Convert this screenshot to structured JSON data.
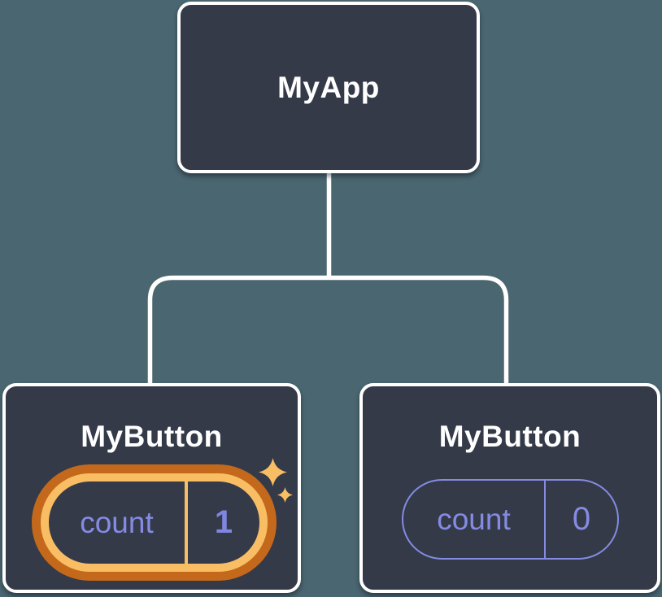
{
  "diagram": {
    "type": "component-tree",
    "root": {
      "label": "MyApp"
    },
    "children": [
      {
        "label": "MyButton",
        "state": {
          "key": "count",
          "value": "1"
        },
        "highlighted": true
      },
      {
        "label": "MyButton",
        "state": {
          "key": "count",
          "value": "0"
        },
        "highlighted": false
      }
    ]
  },
  "colors": {
    "background": "#4a6670",
    "node_fill": "#343a48",
    "node_border": "#ffffff",
    "connector": "#ffffff",
    "label_text": "#ffffff",
    "state_text": "#858be2",
    "state_value_bold_text": "#7f86e0",
    "highlight_ring_outer": "#c4691c",
    "highlight_ring_inner": "#f9be64",
    "sparkle": "#f9be64"
  },
  "icons": {
    "sparkle_large": "four-point-star",
    "sparkle_small": "four-point-star"
  }
}
